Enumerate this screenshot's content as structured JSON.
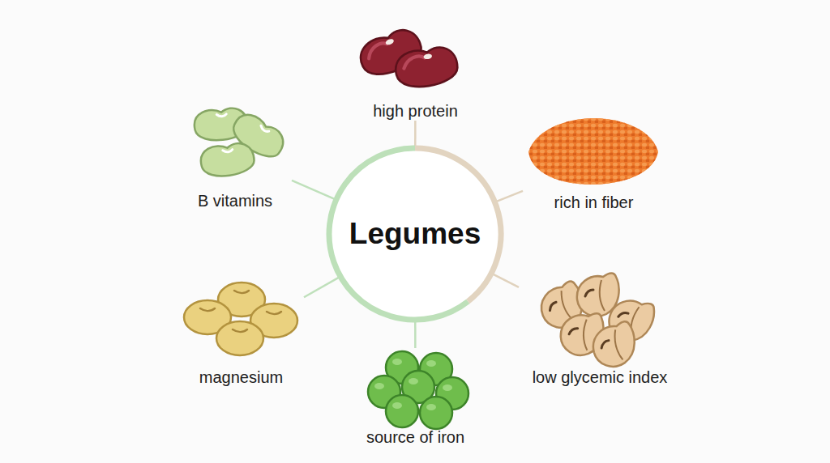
{
  "diagram": {
    "nodes": [
      {
        "text": [
          "Legumes"
        ]
      },
      {
        "text": [
          "high protein"
        ]
      },
      {
        "text": [
          "B vitamins"
        ]
      },
      {
        "text": [
          "rich in fiber"
        ]
      },
      {
        "text": [
          "magnesium"
        ]
      },
      {
        "text": [
          "low glycemic index"
        ]
      },
      {
        "text": [
          "source of iron"
        ]
      }
    ],
    "edges": [
      {
        "from": 0,
        "to": 1,
        "arrow": "none"
      },
      {
        "from": 0,
        "to": 2,
        "arrow": "none"
      },
      {
        "from": 0,
        "to": 3,
        "arrow": "none"
      },
      {
        "from": 0,
        "to": 4,
        "arrow": "none"
      },
      {
        "from": 0,
        "to": 5,
        "arrow": "none"
      },
      {
        "from": 0,
        "to": 6,
        "arrow": "none"
      }
    ]
  }
}
